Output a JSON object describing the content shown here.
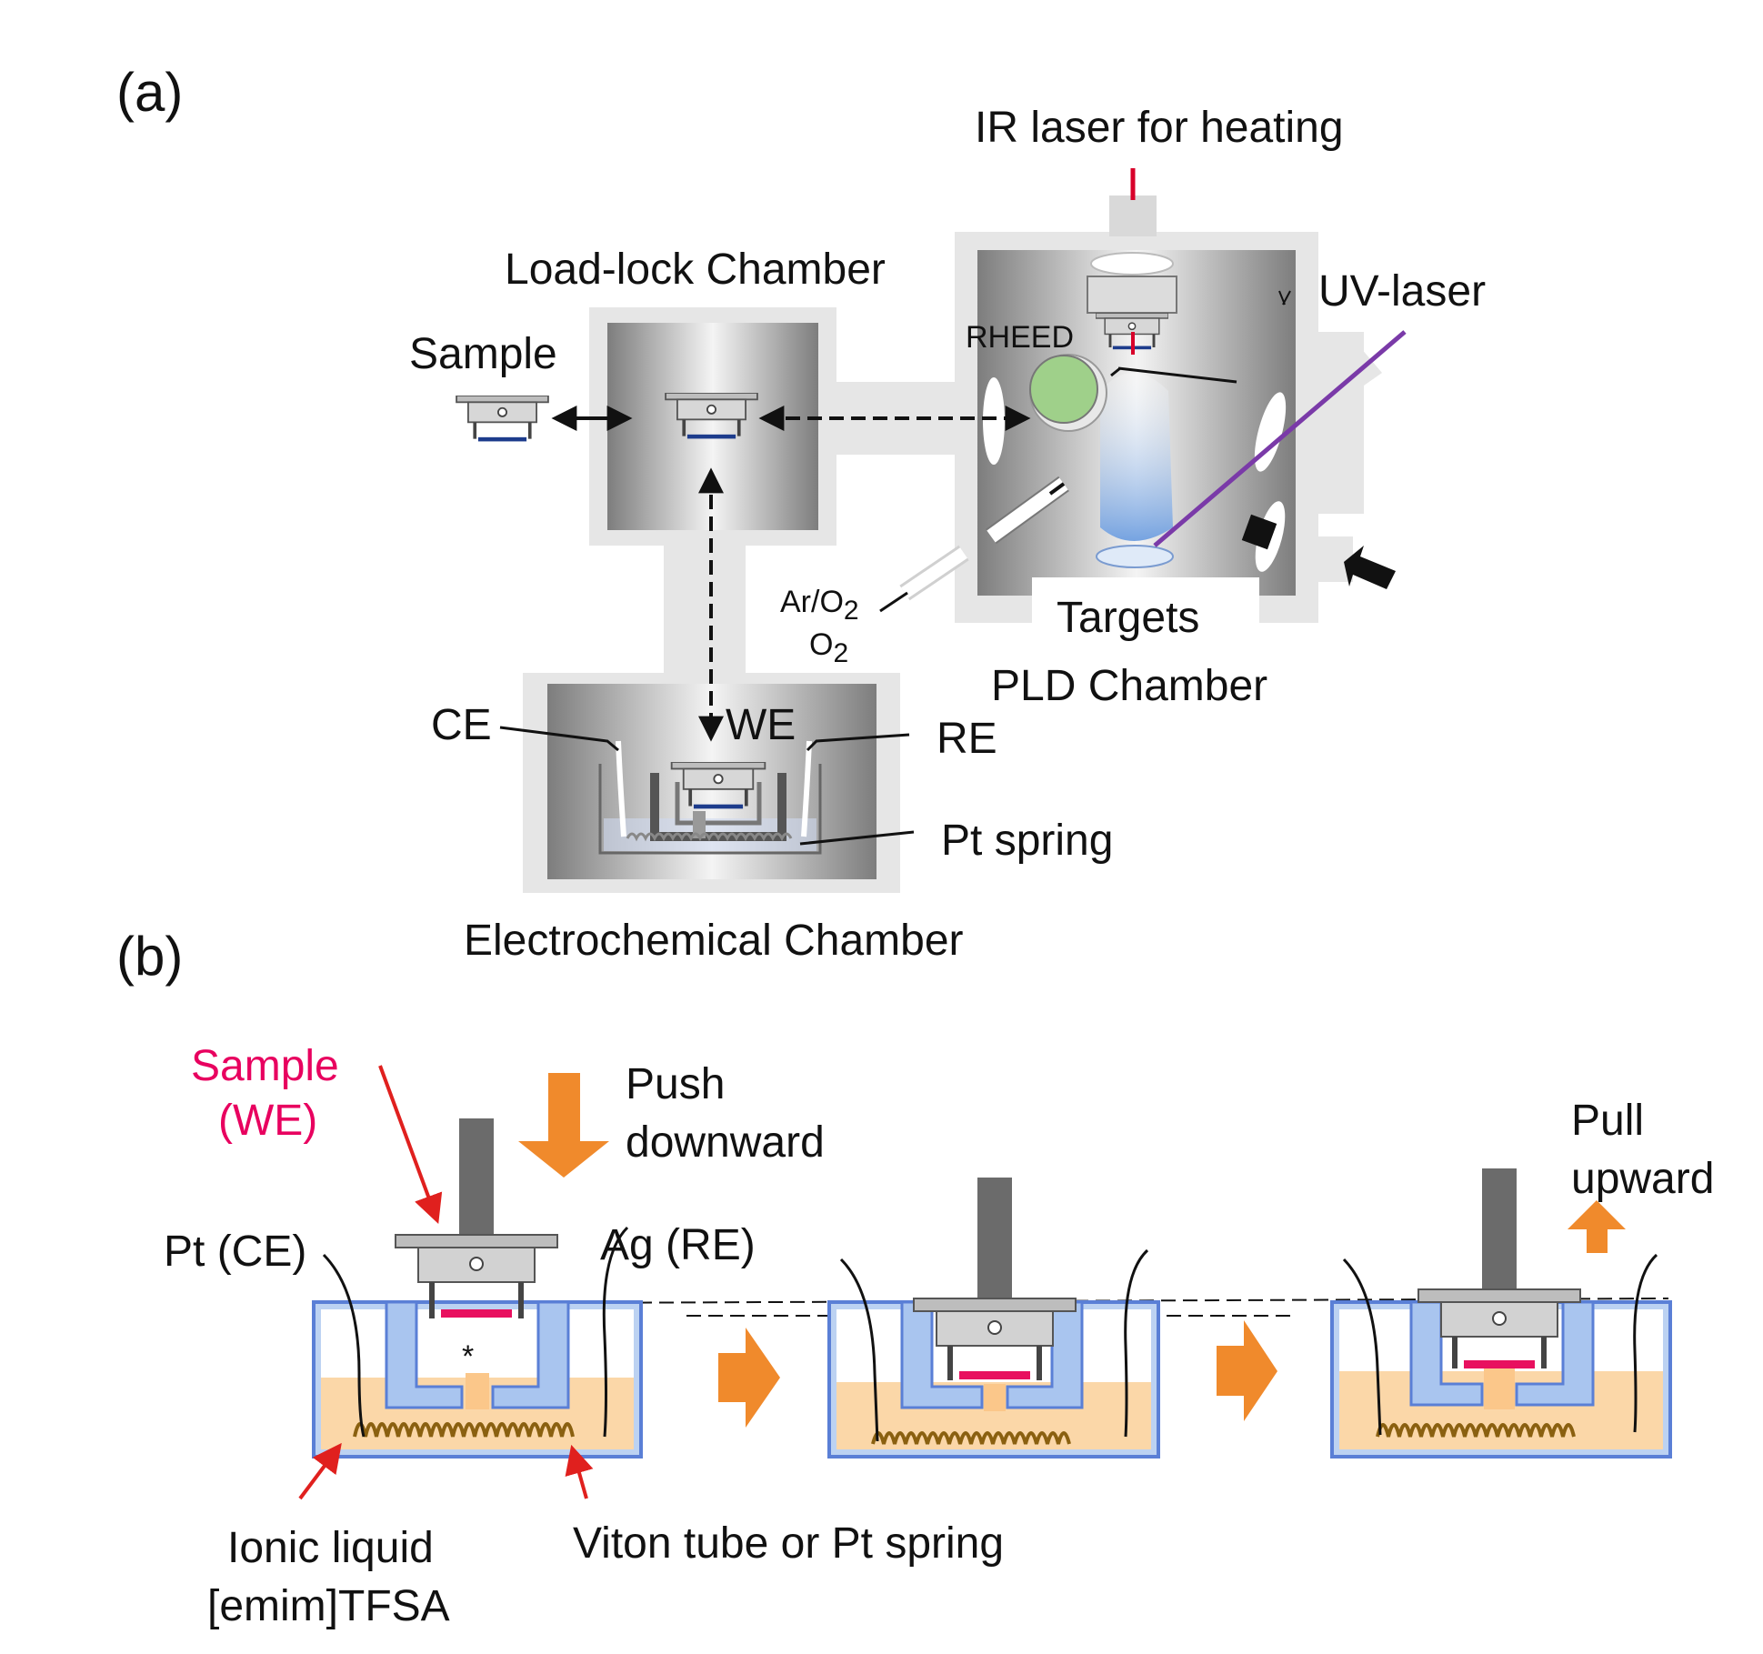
{
  "panel_a": {
    "label": "(a)",
    "ir_laser": "IR laser for heating",
    "load_lock": "Load-lock Chamber",
    "sample": "Sample",
    "uv_laser": "UV-laser",
    "rheed": "RHEED",
    "gas_line1": {
      "base1": "Ar/O",
      "sub1": "2",
      "base2": "O",
      "sub2": "2"
    },
    "targets": "Targets",
    "pld": "PLD Chamber",
    "ce": "CE",
    "we": "WE",
    "re": "RE",
    "pt_spring": "Pt spring",
    "electrochemical": "Electrochemical Chamber"
  },
  "panel_b": {
    "label": "(b)",
    "sample_we_line1": "Sample",
    "sample_we_line2": "(WE)",
    "push_line1": "Push",
    "push_line2": "downward",
    "pull_line1": "Pull",
    "pull_line2": "upward",
    "pt_ce": "Pt (CE)",
    "ag_re": "Ag (RE)",
    "asterisk": "*",
    "ionic_line1": "Ionic liquid",
    "ionic_line2": "[emim]TFSA",
    "viton": "Viton tube or Pt spring"
  },
  "colors": {
    "sample_label": "#e8005f",
    "arrow_orange": "#f08a2c",
    "liquid": "#fbd7a8",
    "holder_blue": "#a9c5ef",
    "holder_stroke": "#5a7fd6",
    "sample_red": "#e8105f",
    "uv_purple": "#7a3aa8",
    "ir_red": "#d8002a",
    "rheed_green": "#9fd08a"
  }
}
